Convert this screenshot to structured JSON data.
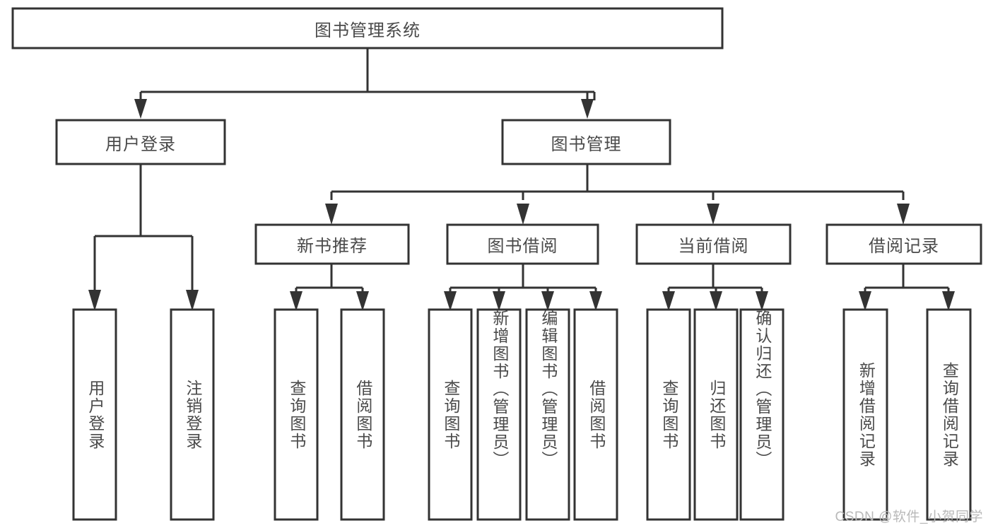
{
  "diagram": {
    "type": "tree",
    "title": "图书管理系统",
    "watermark": "CSDN @软件_小贺同学",
    "colors": {
      "stroke": "#333333",
      "fill": "#ffffff",
      "text": "#4a4a4a",
      "watermark": "#b9b9b9",
      "background": "#ffffff"
    },
    "levels": [
      {
        "level": 1,
        "nodes": [
          {
            "id": "root",
            "label": "图书管理系统",
            "orientation": "horizontal"
          }
        ]
      },
      {
        "level": 2,
        "nodes": [
          {
            "id": "login",
            "label": "用户登录",
            "orientation": "horizontal",
            "parent": "root"
          },
          {
            "id": "bookmgmt",
            "label": "图书管理",
            "orientation": "horizontal",
            "parent": "root"
          }
        ]
      },
      {
        "level": 3,
        "nodes": [
          {
            "id": "newbook",
            "label": "新书推荐",
            "orientation": "horizontal",
            "parent": "bookmgmt"
          },
          {
            "id": "borrow",
            "label": "图书借阅",
            "orientation": "horizontal",
            "parent": "bookmgmt"
          },
          {
            "id": "current",
            "label": "当前借阅",
            "orientation": "horizontal",
            "parent": "bookmgmt"
          },
          {
            "id": "record",
            "label": "借阅记录",
            "orientation": "horizontal",
            "parent": "bookmgmt"
          }
        ]
      },
      {
        "level": 4,
        "nodes": [
          {
            "id": "leaf-user-login",
            "label": "用户登录",
            "orientation": "vertical",
            "parent": "login"
          },
          {
            "id": "leaf-user-logout",
            "label": "注销登录",
            "orientation": "vertical",
            "parent": "login"
          },
          {
            "id": "leaf-query-book-1",
            "label": "查询图书",
            "orientation": "vertical",
            "parent": "newbook"
          },
          {
            "id": "leaf-borrow-book-1",
            "label": "借阅图书",
            "orientation": "vertical",
            "parent": "newbook"
          },
          {
            "id": "leaf-query-book-2",
            "label": "查询图书",
            "orientation": "vertical",
            "parent": "borrow"
          },
          {
            "id": "leaf-add-book",
            "label": "新增图书（管理员）",
            "orientation": "vertical",
            "parent": "borrow"
          },
          {
            "id": "leaf-edit-book",
            "label": "编辑图书（管理员）",
            "orientation": "vertical",
            "parent": "borrow"
          },
          {
            "id": "leaf-borrow-book-2",
            "label": "借阅图书",
            "orientation": "vertical",
            "parent": "borrow"
          },
          {
            "id": "leaf-query-book-3",
            "label": "查询图书",
            "orientation": "vertical",
            "parent": "current"
          },
          {
            "id": "leaf-return-book",
            "label": "归还图书",
            "orientation": "vertical",
            "parent": "current"
          },
          {
            "id": "leaf-confirm-return",
            "label": "确认归还（管理员）",
            "orientation": "vertical",
            "parent": "current"
          },
          {
            "id": "leaf-add-record",
            "label": "新增借阅记录",
            "orientation": "vertical",
            "parent": "record"
          },
          {
            "id": "leaf-query-record",
            "label": "查询借阅记录",
            "orientation": "vertical",
            "parent": "record"
          }
        ]
      }
    ]
  }
}
